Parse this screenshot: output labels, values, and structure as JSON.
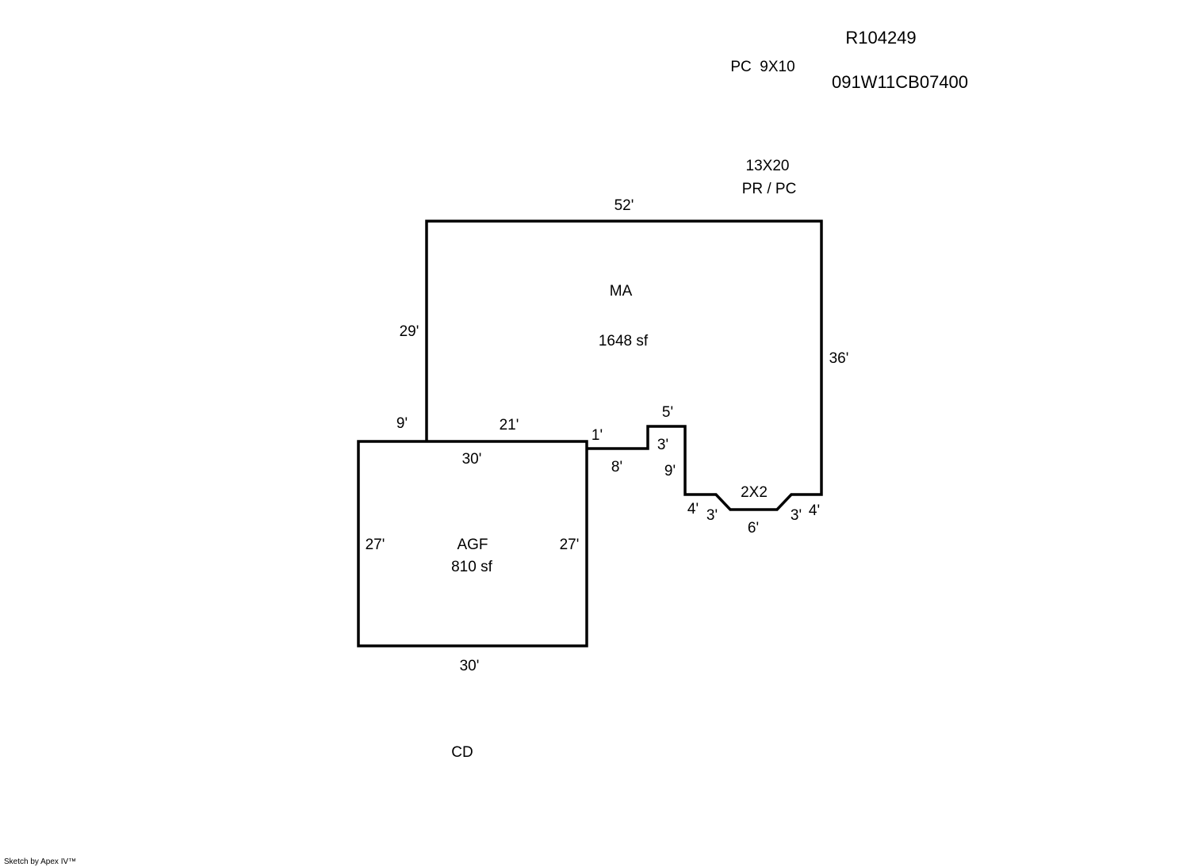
{
  "header": {
    "parcel_id": "R104249",
    "map_number": "091W11CB07400",
    "porch_note": "PC  9X10"
  },
  "porch": {
    "size": "13X20",
    "type": "PR / PC"
  },
  "main_area": {
    "code": "MA",
    "area": "1648 sf",
    "dims": {
      "top": "52'",
      "right": "36'",
      "left": "29'",
      "step_left": "9'",
      "step_top": "21'",
      "jog_up": "1'",
      "jog_run": "8'",
      "notch_top": "5'",
      "notch_left": "3'",
      "notch_down": "9'",
      "bay_left_rise": "4'",
      "bay_left_angle": "3'",
      "bay_bottom": "6'",
      "bay_right_angle": "3'",
      "bay_right_rise": "4'",
      "bay_size": "2X2"
    }
  },
  "garage": {
    "code": "AGF",
    "area": "810 sf",
    "dims": {
      "top": "30'",
      "bottom": "30'",
      "left": "27'",
      "right": "27'"
    }
  },
  "deck": {
    "code": "CD"
  },
  "footer": {
    "credit": "Sketch by Apex IV™"
  }
}
